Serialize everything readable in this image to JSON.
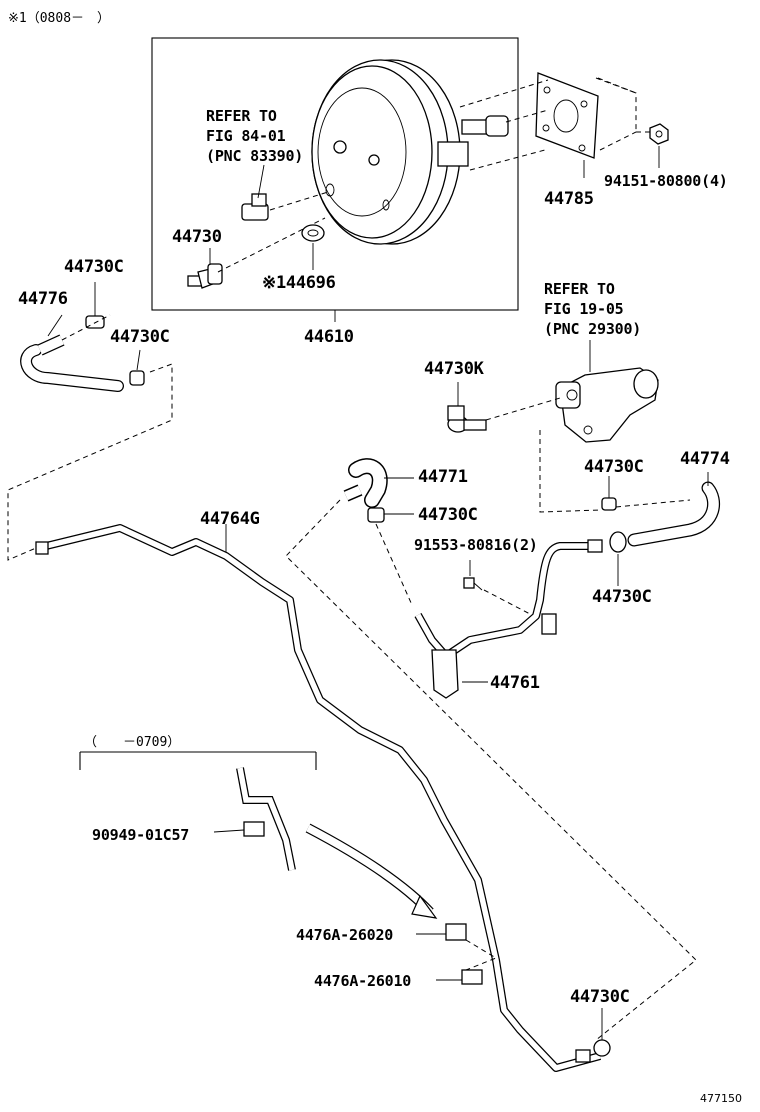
{
  "header": {
    "note": "※1（0808－　）"
  },
  "footer": {
    "figure_id": "477150"
  },
  "refs": {
    "ref1": {
      "line1": "REFER TO",
      "line2": "FIG 84-01",
      "line3": "(PNC 83390)"
    },
    "ref2": {
      "line1": "REFER TO",
      "line2": "FIG 19-05",
      "line3": "(PNC 29300)"
    }
  },
  "parts": {
    "p44610": "44610",
    "p44785": "44785",
    "p94151": "94151-80800(4)",
    "p44730": "44730",
    "p44696": "※144696",
    "p44730C_a": "44730C",
    "p44776": "44776",
    "p44730C_b": "44730C",
    "p44730K": "44730K",
    "p44771": "44771",
    "p44730C_c": "44730C",
    "p44764G": "44764G",
    "p91553": "91553-80816(2)",
    "p44730C_d": "44730C",
    "p44774": "44774",
    "p44730C_e": "44730C",
    "p44761": "44761",
    "p90949": "90949-01C57",
    "p4476A_26020": "4476A-26020",
    "p4476A_26010": "4476A-26010",
    "p44730C_f": "44730C"
  },
  "inset": {
    "range": "（　　－0709）"
  }
}
